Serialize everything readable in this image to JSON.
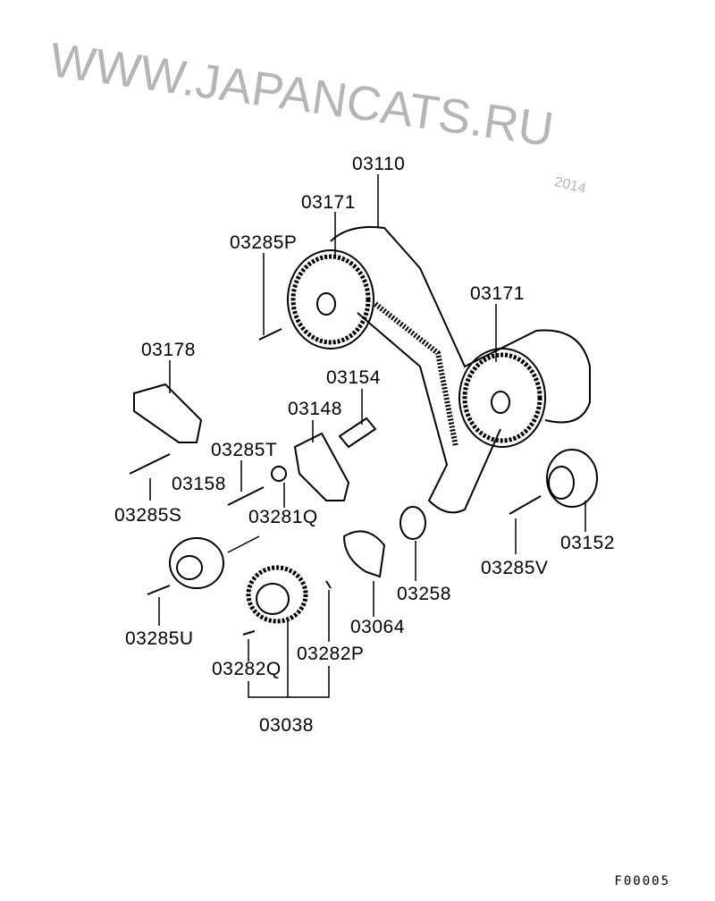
{
  "labels": {
    "belt": "03110",
    "sprocket_left": "03171",
    "bolt_p": "03285P",
    "sprocket_right": "03171",
    "tensioner": "03178",
    "spacer": "03154",
    "arm": "03148",
    "bolt_t": "03285T",
    "pulley_left": "03158",
    "washer": "03281Q",
    "bolt_s": "03285S",
    "idler": "03152",
    "bolt_v": "03285V",
    "seal": "03258",
    "sensor_plate": "03064",
    "bolt_u": "03285U",
    "key_q": "03282Q",
    "key_p": "03282P",
    "crank_sprocket": "03038"
  },
  "watermark": {
    "site": "WWW.JAPANCATS.RU",
    "date": "2014"
  },
  "figure_code": "F00005"
}
